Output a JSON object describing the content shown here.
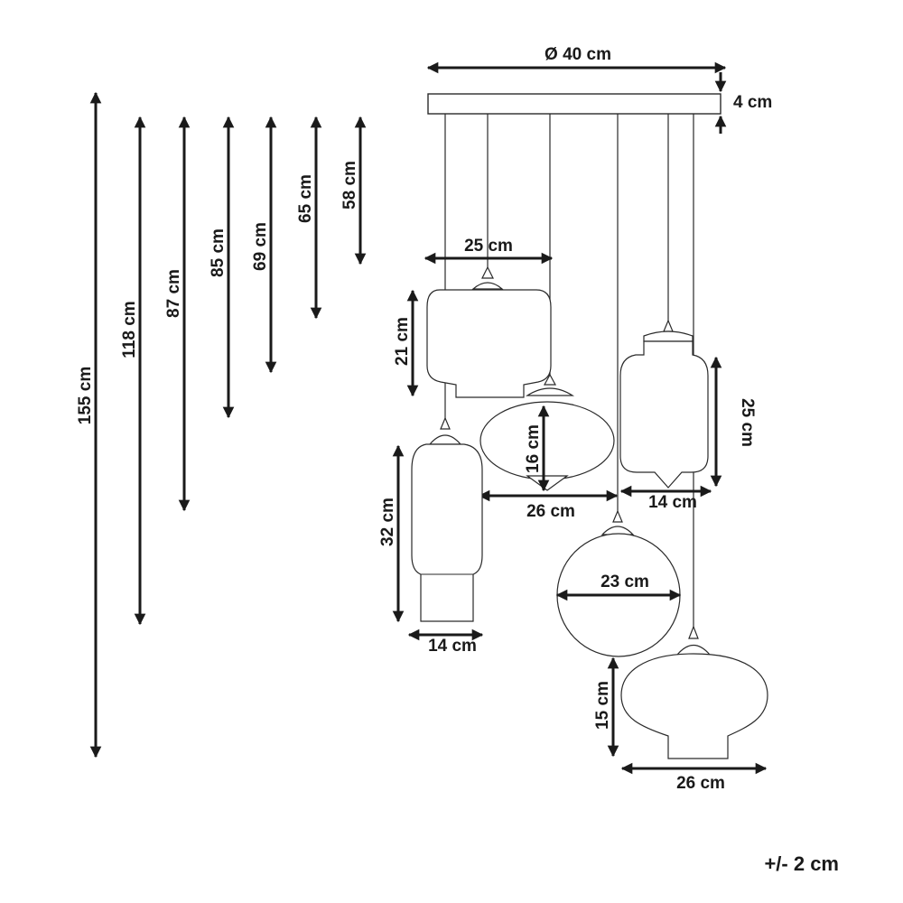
{
  "canopy": {
    "diameter_label": "Ø 40 cm",
    "height_label": "4 cm"
  },
  "drop_lengths": [
    "155 cm",
    "118 cm",
    "87 cm",
    "85 cm",
    "69 cm",
    "65 cm",
    "58 cm"
  ],
  "shades": {
    "shade_a": {
      "width_label": "25 cm",
      "height_label": "21 cm"
    },
    "shade_b": {
      "width_label": "26 cm",
      "height_label": "16 cm"
    },
    "shade_c": {
      "width_label": "14 cm",
      "height_label": "25 cm"
    },
    "shade_d": {
      "width_label": "14 cm",
      "height_label": "32 cm"
    },
    "shade_e": {
      "width_label": "23 cm"
    },
    "shade_f": {
      "width_label": "26 cm",
      "height_label": "15 cm"
    }
  },
  "tolerance": "+/- 2 cm"
}
